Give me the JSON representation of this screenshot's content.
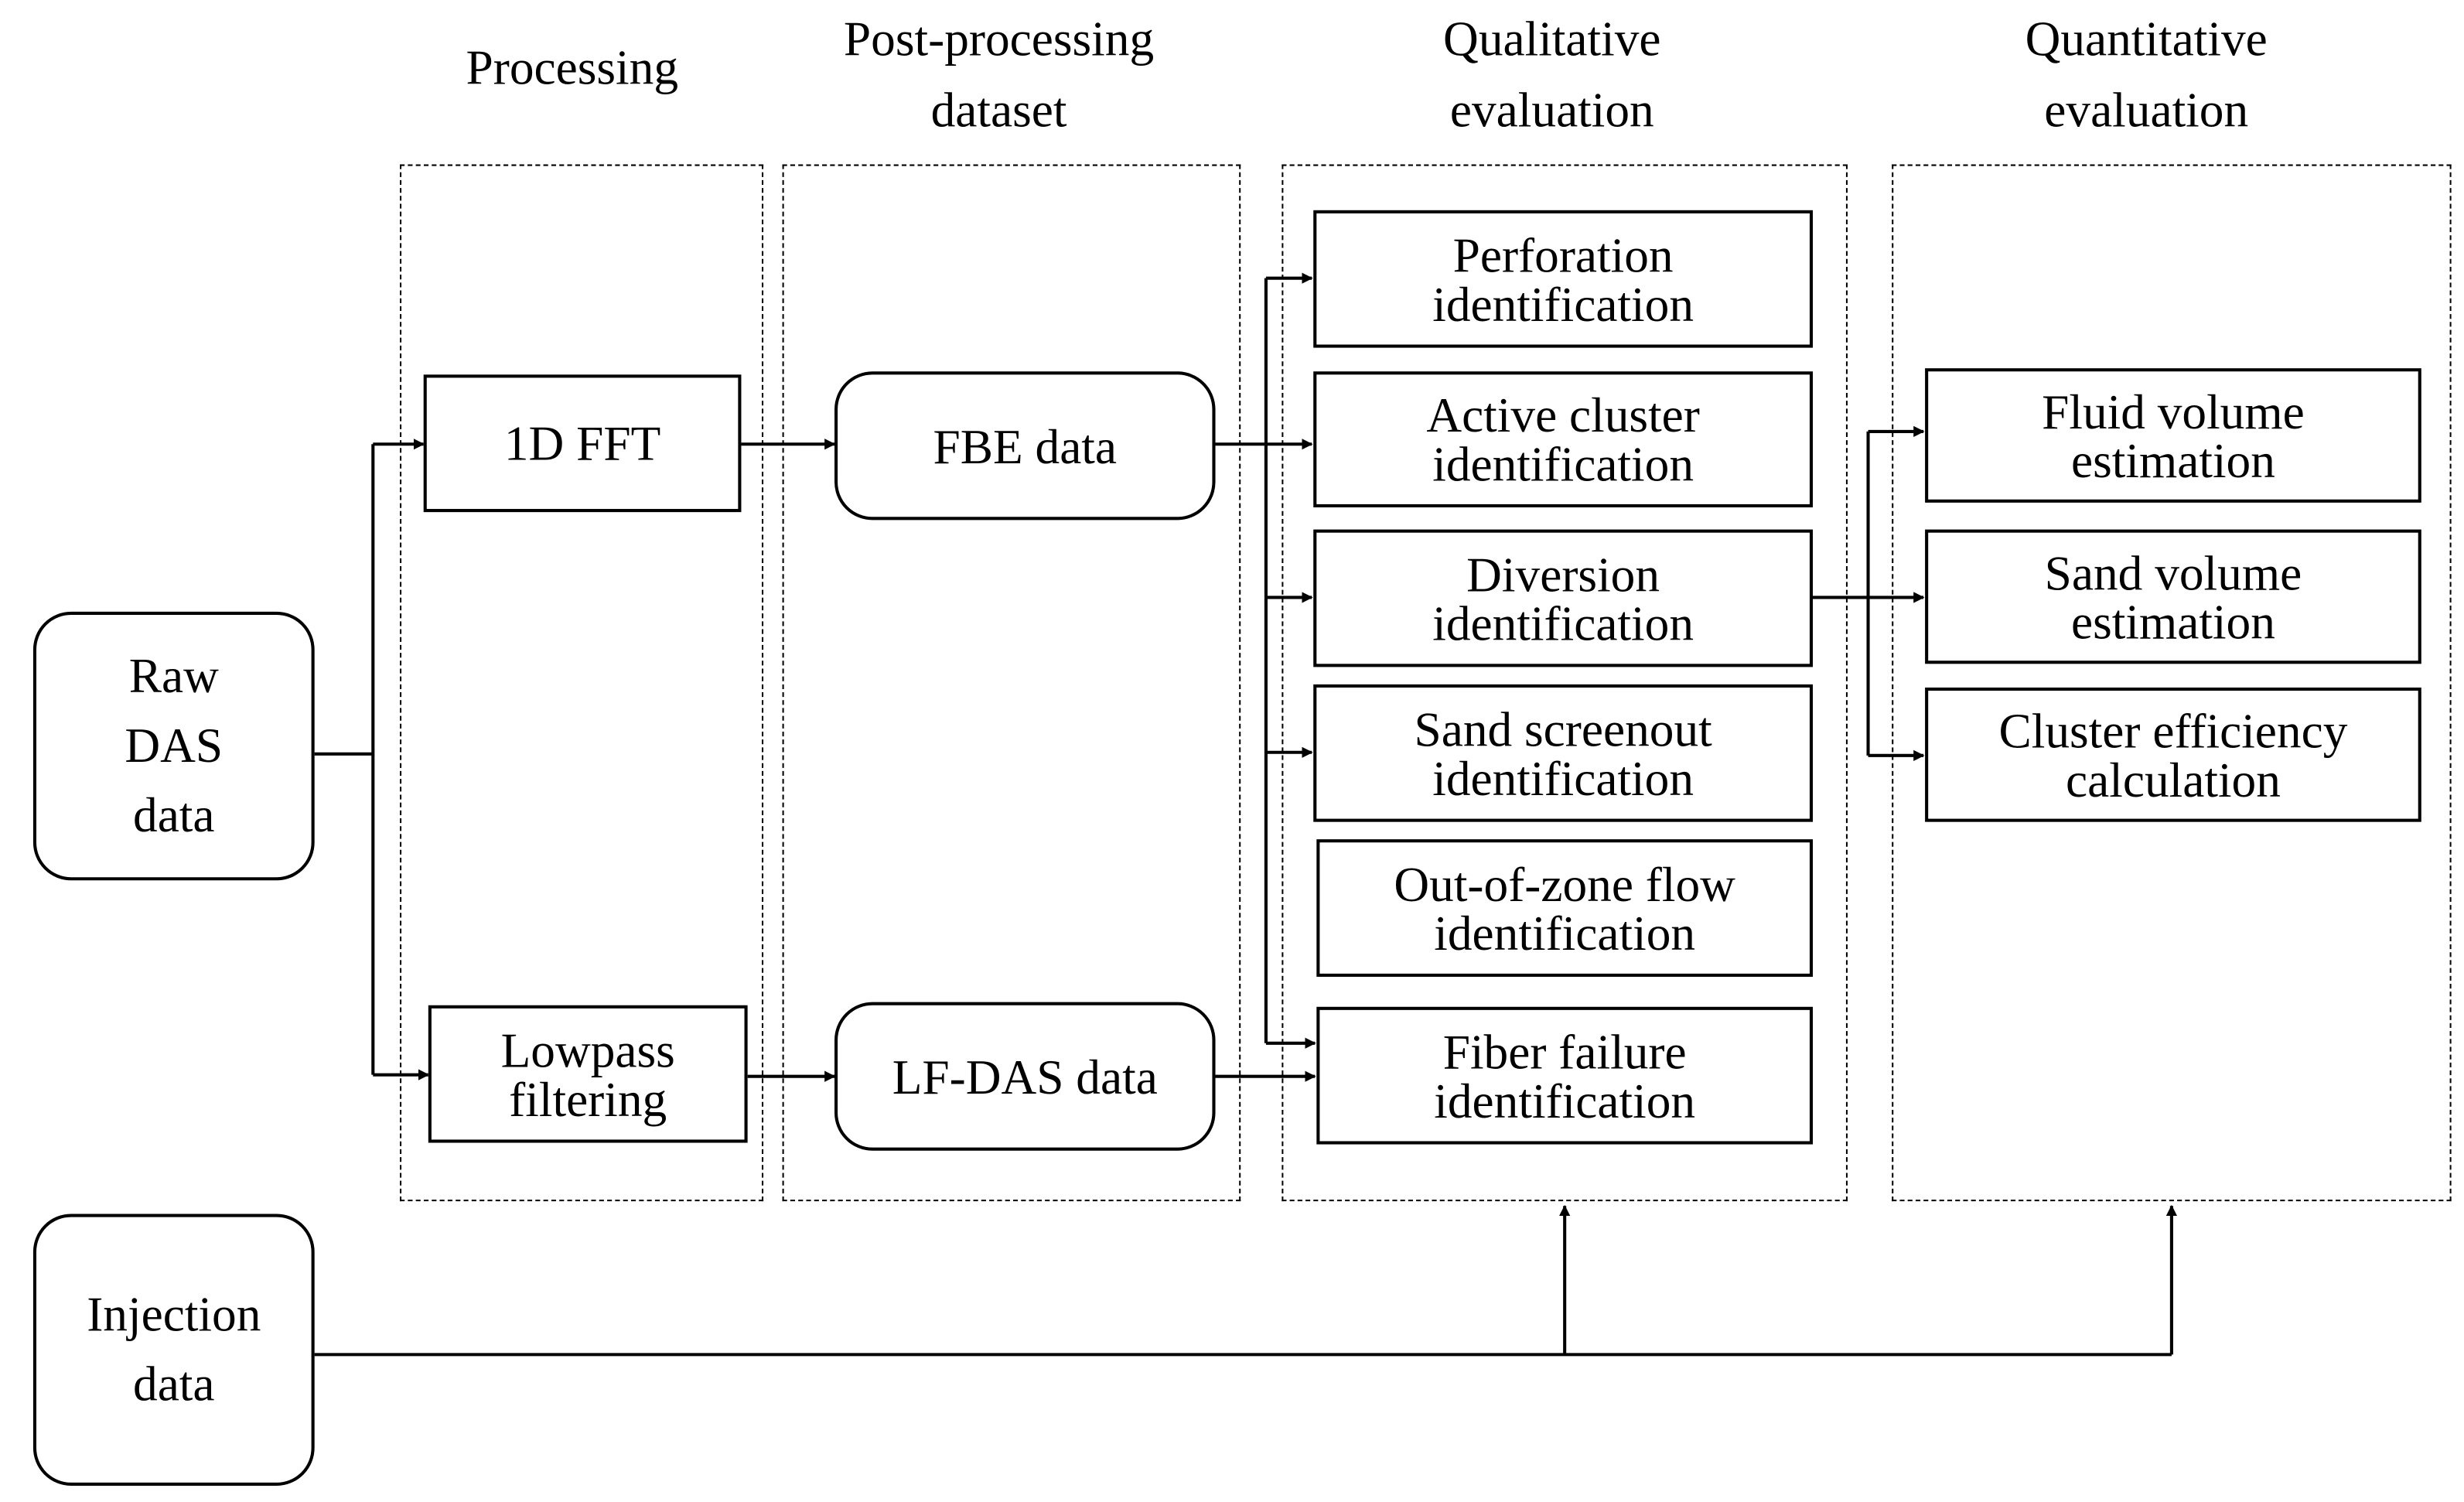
{
  "headers": {
    "processing": "Processing",
    "postprocessing": [
      "Post-processing",
      "dataset"
    ],
    "qualitative": [
      "Qualitative",
      "evaluation"
    ],
    "quantitative": [
      "Quantitative",
      "evaluation"
    ]
  },
  "nodes": {
    "raw_das": [
      "Raw",
      "DAS",
      "data"
    ],
    "injection": [
      "Injection",
      "data"
    ],
    "fft": [
      "1D FFT"
    ],
    "lowpass": [
      "Lowpass",
      "filtering"
    ],
    "fbe": [
      "FBE data"
    ],
    "lfdas": [
      "LF-DAS data"
    ],
    "perforation": [
      "Perforation",
      "identification"
    ],
    "active_cluster": [
      "Active cluster",
      "identification"
    ],
    "diversion": [
      "Diversion",
      "identification"
    ],
    "screenout": [
      "Sand screenout",
      "identification"
    ],
    "out_of_zone": [
      "Out-of-zone flow",
      "identification"
    ],
    "fiber_failure": [
      "Fiber failure",
      "identification"
    ],
    "fluid_volume": [
      "Fluid volume",
      "estimation"
    ],
    "sand_volume": [
      "Sand volume",
      "estimation"
    ],
    "cluster_efficiency": [
      "Cluster efficiency",
      "calculation"
    ]
  }
}
